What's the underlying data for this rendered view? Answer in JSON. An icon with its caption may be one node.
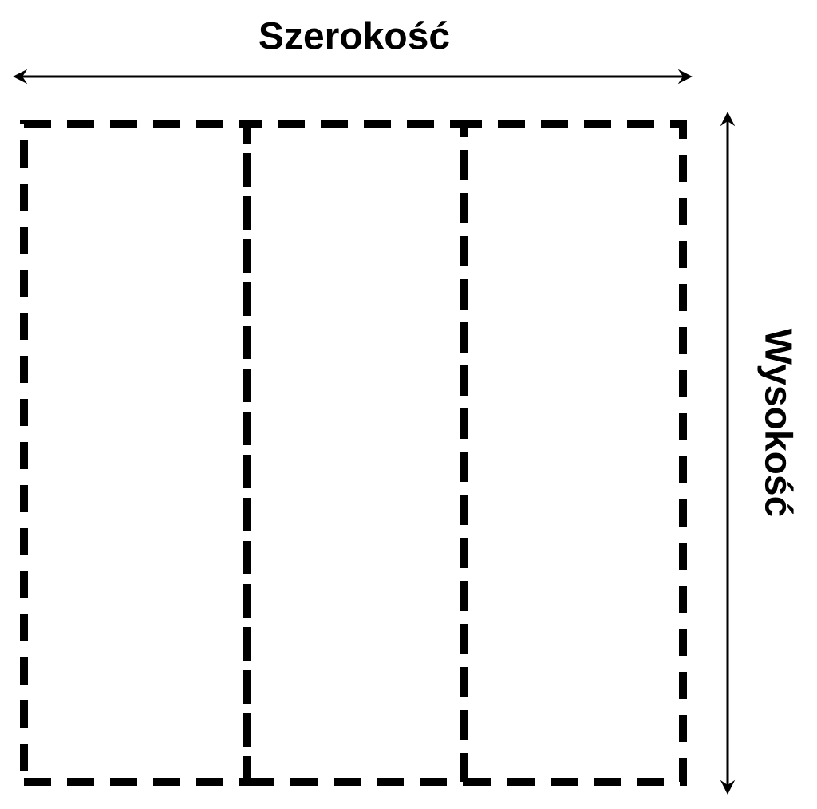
{
  "diagram": {
    "nodes": [
      {
        "text": [],
        "shape": "box"
      },
      {
        "text": [],
        "shape": "box"
      },
      {
        "text": [],
        "shape": "box"
      }
    ],
    "labels": [
      "Szerokość",
      "Wysokość"
    ]
  }
}
